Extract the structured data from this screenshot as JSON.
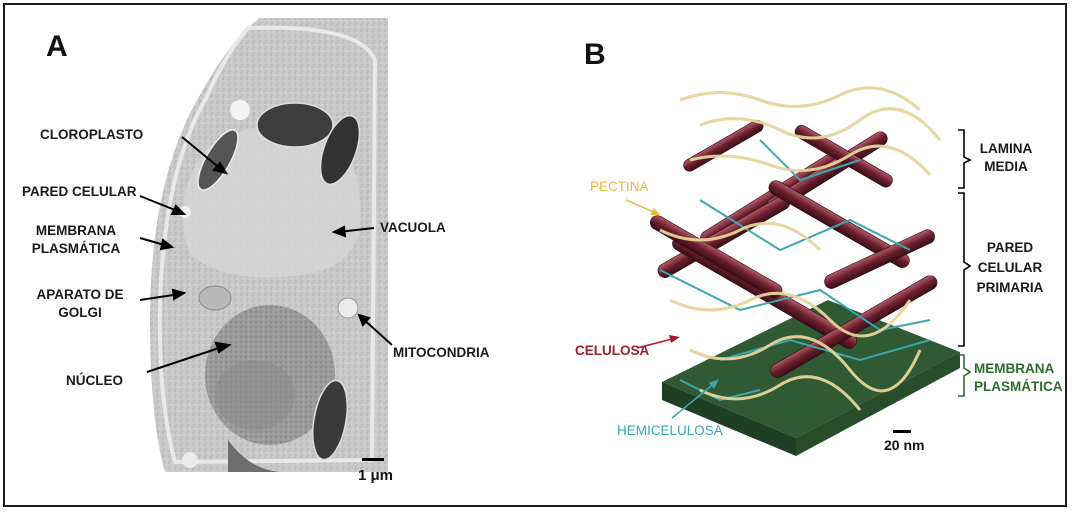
{
  "panel_a": {
    "letter": "A",
    "labels": {
      "cloroplasto": "CLOROPLASTO",
      "pared_celular": "PARED CELULAR",
      "membrana_l1": "MEMBRANA",
      "membrana_l2": "PLASMÁTICA",
      "aparato_l1": "APARATO DE",
      "aparato_l2": "GOLGI",
      "nucleo": "NÚCLEO",
      "vacuola": "VACUOLA",
      "mitocondria": "MITOCONDRIA"
    },
    "scale_bar": "1 μm"
  },
  "panel_b": {
    "letter": "B",
    "labels": {
      "pectina": "PECTINA",
      "celulosa": "CELULOSA",
      "hemicelulosa": "HEMICELULOSA",
      "lamina_l1": "LAMINA",
      "lamina_l2": "MEDIA",
      "pared_l1": "PARED",
      "pared_l2": "CELULAR",
      "pared_l3": "PRIMARIA",
      "membrana_l1": "MEMBRANA",
      "membrana_l2": "PLASMÁTICA"
    },
    "scale_bar": "20 nm",
    "colors": {
      "pectina": "#e8b93a",
      "celulosa": "#a01c2c",
      "hemicelulosa": "#3aa6b0",
      "membrana": "#2d6b2d",
      "cellulose_fiber": "#6b1f2c",
      "pectin_fiber": "#e6d49a"
    }
  }
}
